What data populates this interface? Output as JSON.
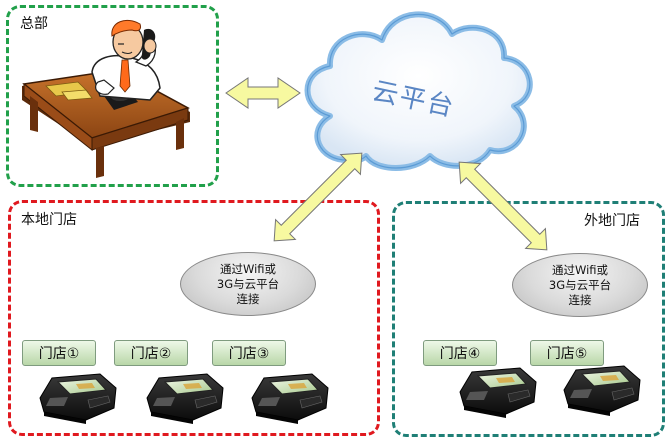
{
  "zones": {
    "hq": {
      "title": "总部",
      "color": "#21a04a"
    },
    "local": {
      "title": "本地门店",
      "color": "#e0191f"
    },
    "remote": {
      "title": "外地门店",
      "color": "#1f7f76"
    }
  },
  "cloud": {
    "label": "云平台"
  },
  "connections": {
    "local_note": {
      "line1": "通过Wifi或",
      "line2": "3G与云平台",
      "line3": "连接"
    },
    "remote_note": {
      "line1": "通过Wifi或",
      "line2": "3G与云平台",
      "line3": "连接"
    },
    "arrow_color": "#f7f9a0"
  },
  "stores": [
    {
      "label": "门店①"
    },
    {
      "label": "门店②"
    },
    {
      "label": "门店③"
    },
    {
      "label": "门店④"
    },
    {
      "label": "门店⑤"
    }
  ],
  "icons": {
    "hq": "office-worker-on-phone-icon",
    "cloud": "cloud-icon",
    "terminal": "pos-terminal-icon"
  }
}
